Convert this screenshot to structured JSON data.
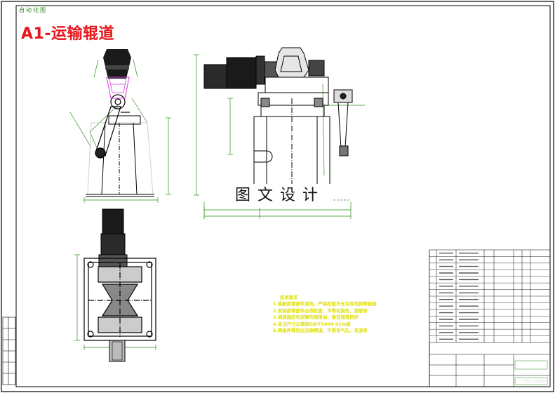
{
  "header": {
    "corner_tag": "自动化图",
    "title": "A1-运输辊道"
  },
  "watermark": {
    "text": "图文设计"
  },
  "notes": {
    "heading": "技术要求",
    "lines": [
      "1.装配前零部件清洗，严格检查不允许有毛刺等缺陷",
      "2.安装前零部件必须检查，不得有损伤、划痕等",
      "3.减速器应有足够的润滑油，保证润滑良好",
      "4.未注尺寸公差按GB/T1804-92m级",
      "5.焊接件焊后应去除焊渣，不得有气孔、夹渣等"
    ]
  },
  "title_block": {
    "drawing_no": "YSD-02A00"
  },
  "colors": {
    "line_white": "#e6e6e6",
    "line_green": "#2e8b1e",
    "line_magenta": "#d43cd4",
    "line_yellow": "#e0e000",
    "title_red": "#e8141b",
    "frame": "#000000"
  }
}
